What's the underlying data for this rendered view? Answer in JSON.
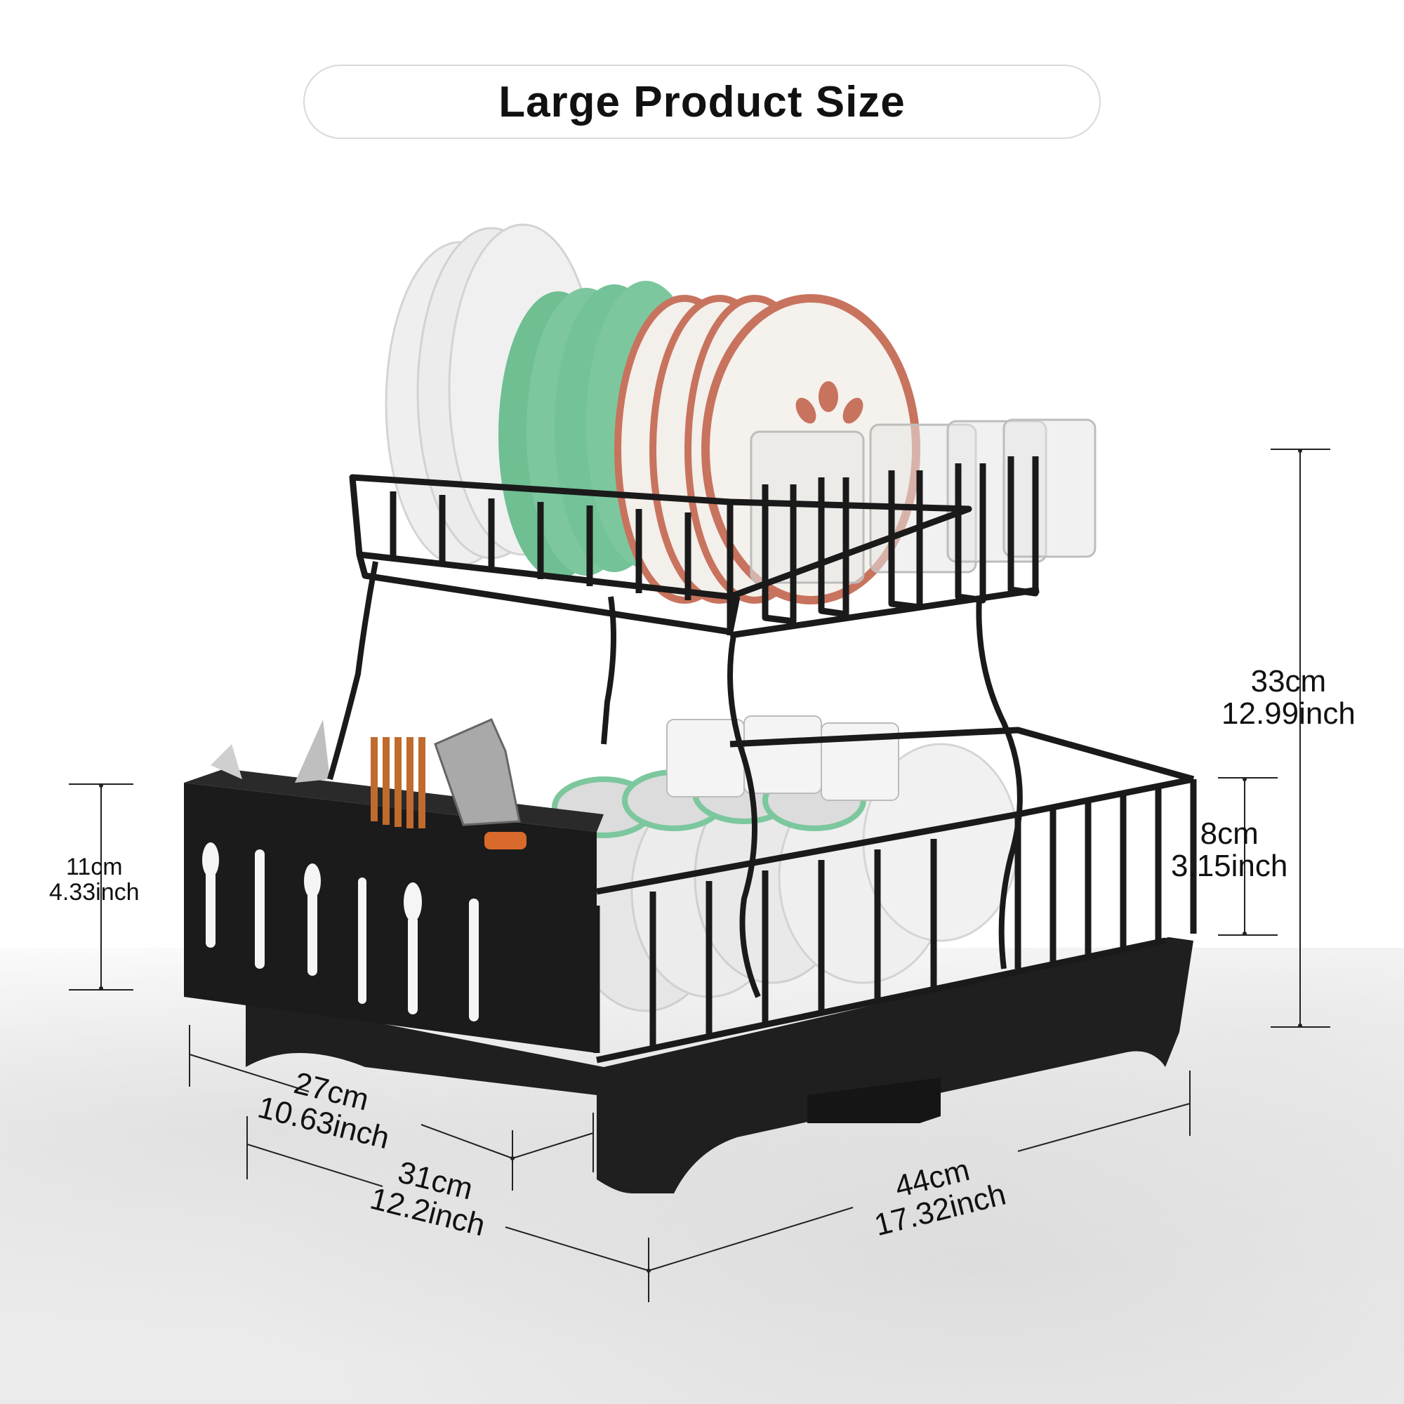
{
  "title": "Large Product Size",
  "colors": {
    "rack": "#1a1a1a",
    "plate_white": "#e9e9e9",
    "plate_green": "#7cc79e",
    "plate_pattern": "#c8735e",
    "dimension_line": "#222222"
  },
  "dimensions": {
    "total_height": {
      "cm": "33cm",
      "inch": "12.99inch"
    },
    "tier_height": {
      "cm": "8cm",
      "inch": "3.15inch"
    },
    "utensil_holder_height": {
      "cm": "11cm",
      "inch": "4.33inch"
    },
    "inner_depth": {
      "cm": "27cm",
      "inch": "10.63inch"
    },
    "total_depth": {
      "cm": "31cm",
      "inch": "12.2inch"
    },
    "total_width": {
      "cm": "44cm",
      "inch": "17.32inch"
    }
  },
  "icons": [
    "dish-rack-illustration",
    "utensil-holder-icon",
    "plate-icon",
    "glass-icon"
  ]
}
